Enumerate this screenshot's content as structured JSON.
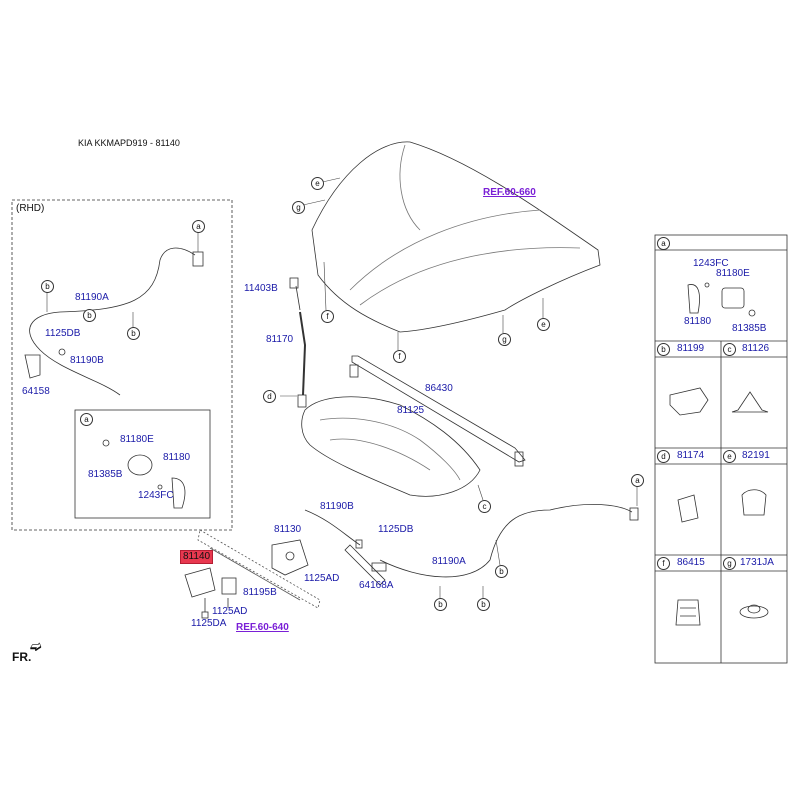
{
  "title": "KIA KKMAPD919 - 81140",
  "front_marker": "FR.",
  "refs": {
    "hood": "REF.60-660",
    "front": "REF.60-640"
  },
  "rhd_box": {
    "title": "(RHD)",
    "labels": {
      "cable_a": "81190A",
      "bolt": "1125DB",
      "cable_b": "81190B",
      "bracket": "64158"
    },
    "detail": {
      "tag": "a",
      "labels": {
        "cover": "81180E",
        "handle": "81180",
        "bushing": "81385B",
        "screw": "1243FC"
      }
    }
  },
  "main_labels": {
    "bolt_top": "11403B",
    "rod": "81170",
    "blanket": "86430",
    "insulator": "81125",
    "cable_b": "81190B",
    "latch": "81130",
    "bolt_db": "1125DB",
    "cable_a": "81190A",
    "bolt_ad": "1125AD",
    "bracket": "64168A",
    "catch": "81140",
    "cover": "81195B",
    "bolt_ad2": "1125AD",
    "bolt_da": "1125DA"
  },
  "side_panel": {
    "a": {
      "tag": "a",
      "screw": "1243FC",
      "cover": "81180E",
      "handle": "81180",
      "bushing": "81385B"
    },
    "b": {
      "tag": "b",
      "part": "81199"
    },
    "c": {
      "tag": "c",
      "part": "81126"
    },
    "d": {
      "tag": "d",
      "part": "81174"
    },
    "e": {
      "tag": "e",
      "part": "82191"
    },
    "f": {
      "tag": "f",
      "part": "86415"
    },
    "g": {
      "tag": "g",
      "part": "1731JA"
    }
  },
  "callouts": {
    "a": "a",
    "b": "b",
    "c": "c",
    "d": "d",
    "e": "e",
    "f": "f",
    "g": "g"
  }
}
